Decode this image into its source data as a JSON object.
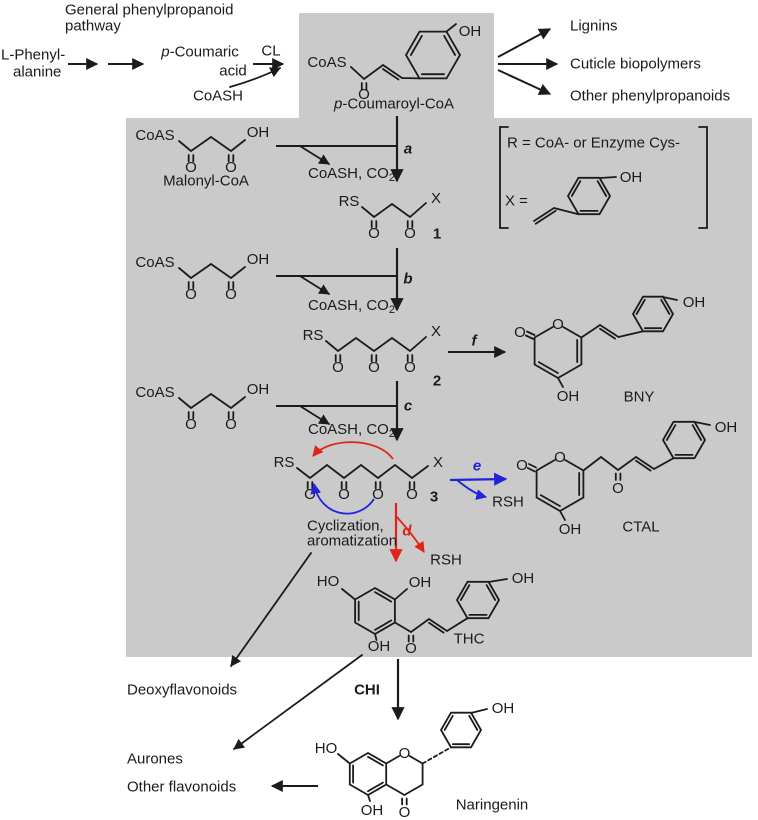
{
  "colors": {
    "panel": "#cacaca",
    "ink": "#1b1b1b",
    "red": "#e02418",
    "blue": "#2222dd"
  },
  "header": {
    "note_line1": "General phenylpropanoid",
    "note_line2": "pathway"
  },
  "precursor": {
    "name_line1": "L-Phenyl-",
    "name_line2": "alanine"
  },
  "coumaric": {
    "prefix": "p",
    "rest": "-Coumaric",
    "line2": "acid"
  },
  "cl": "CL",
  "coash": "CoASH",
  "coumaroyl": {
    "prefix": "p",
    "rest": "-Coumaroyl-CoA"
  },
  "branches": {
    "lignins": "Lignins",
    "cuticle": "Cuticle biopolymers",
    "other": "Other phenylpropanoids"
  },
  "legend": {
    "r_definition": "R = CoA- or Enzyme Cys-",
    "x_definition": "X ="
  },
  "malonyl_label": "Malonyl-CoA",
  "byproduct": {
    "main": "CoASH, CO",
    "sub": "2"
  },
  "rsh": "RSH",
  "steps": {
    "a": "a",
    "b": "b",
    "c": "c",
    "d": "d",
    "e": "e",
    "f": "f"
  },
  "cyclization": {
    "line1": "Cyclization,",
    "line2": "aromatization"
  },
  "chi": "CHI",
  "compounds": {
    "n1": "1",
    "n2": "2",
    "n3": "3",
    "bny": "BNY",
    "ctal": "CTAL",
    "thc": "THC",
    "naringenin": "Naringenin"
  },
  "products": {
    "deoxy": "Deoxyflavonoids",
    "aurones": "Aurones",
    "other": "Other flavonoids"
  },
  "atoms": {
    "coas": "CoAS",
    "rs": "RS",
    "o": "O",
    "oh": "OH",
    "ho": "HO",
    "x": "X"
  }
}
